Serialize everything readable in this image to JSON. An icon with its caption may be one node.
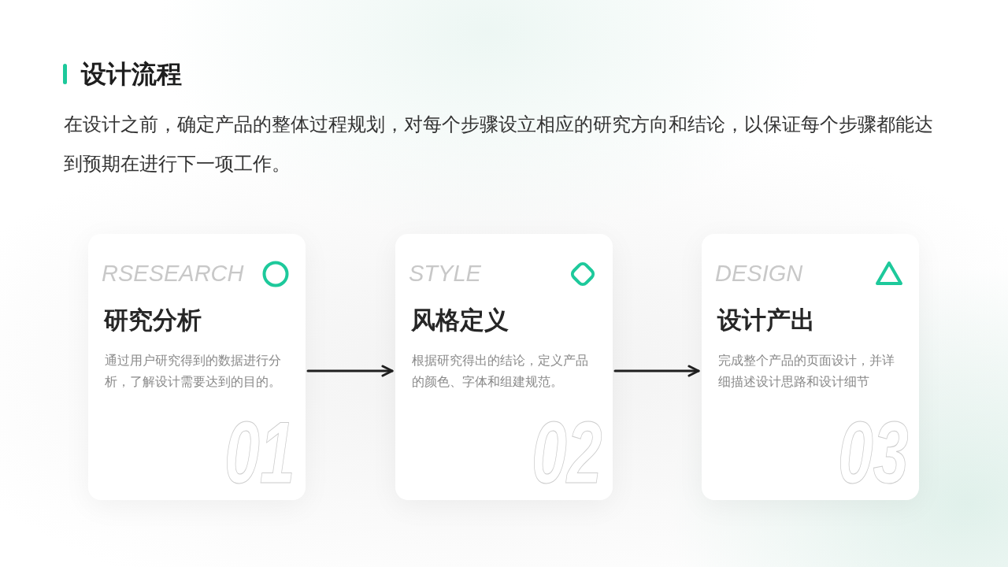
{
  "diagram": {
    "title": "设计流程",
    "nodes": [
      {
        "text": [
          "RSESEARCH",
          "研究分析",
          "通过用户研究得到的数据进行分析，了解设计需要达到的目的。",
          "01"
        ]
      },
      {
        "text": [
          "STYLE",
          "风格定义",
          "根据研究得出的结论，定义产品的颜色、字体和组建规范。",
          "02"
        ]
      },
      {
        "text": [
          "DESIGN",
          "设计产出",
          "完成整个产品的页面设计，并详细描述设计思路和设计细节",
          "03"
        ]
      }
    ],
    "edges": [
      {
        "from": 0,
        "to": 1,
        "arrow": "to"
      },
      {
        "from": 1,
        "to": 2,
        "arrow": "to"
      }
    ],
    "labels": [
      "在设计之前，确定产品的整体过程规划，对每个步骤设立相应的研究方向和结论，以保证每个步骤都能达到预期在进行下一项工作。"
    ]
  }
}
